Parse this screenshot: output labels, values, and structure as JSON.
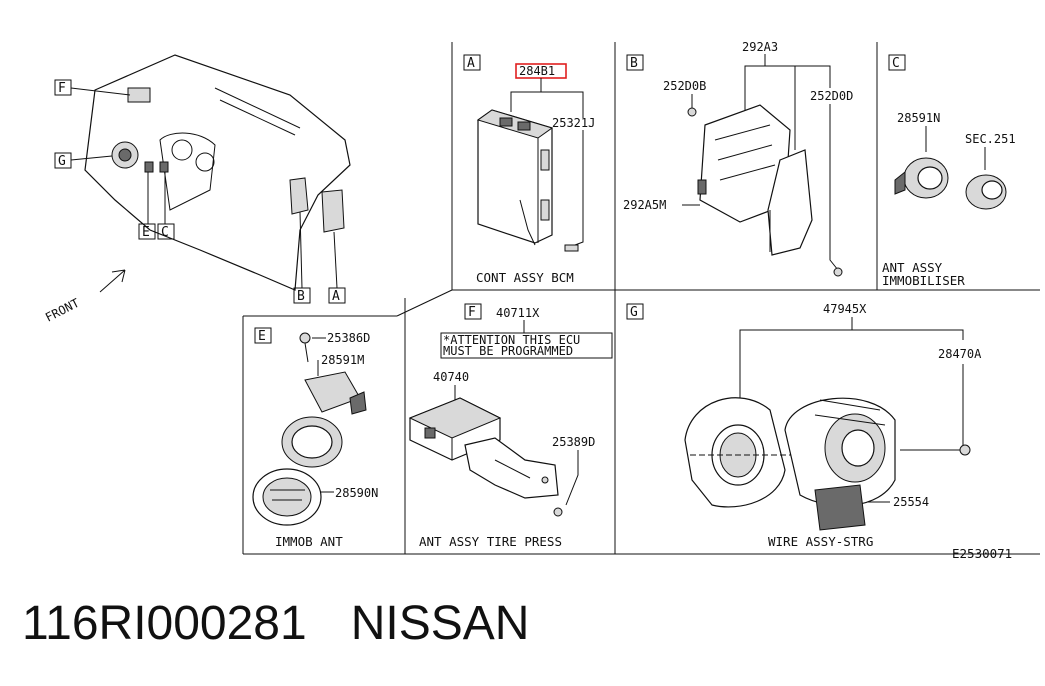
{
  "sections": {
    "overview": {
      "callouts": [
        "F",
        "G",
        "E",
        "C",
        "B",
        "A"
      ],
      "front_label": "FRONT"
    },
    "A": {
      "letter": "A",
      "highlighted_part": "284B1",
      "parts": [
        "25321J"
      ],
      "caption": "CONT ASSY BCM",
      "highlight_color": "#e02020"
    },
    "B": {
      "letter": "B",
      "parts": [
        "292A3",
        "252D0B",
        "252D0D",
        "292A5M"
      ]
    },
    "C": {
      "letter": "C",
      "parts": [
        "28591N",
        "SEC.251"
      ],
      "caption_line1": "ANT ASSY",
      "caption_line2": "IMMOBILISER"
    },
    "E": {
      "letter": "E",
      "parts": [
        "25386D",
        "28591M",
        "28590N"
      ],
      "caption": "IMMOB ANT"
    },
    "F": {
      "letter": "F",
      "parts": [
        "40711X",
        "40740",
        "25389D"
      ],
      "notice_line1": "*ATTENTION THIS ECU",
      "notice_line2": "MUST BE PROGRAMMED",
      "caption": "ANT ASSY TIRE PRESS"
    },
    "G": {
      "letter": "G",
      "parts": [
        "47945X",
        "28470A",
        "25554"
      ],
      "caption": "WIRE ASSY-STRG"
    }
  },
  "diagram_code": "E2530071",
  "footer": {
    "part_number": "116RI000281",
    "brand": "NISSAN"
  }
}
